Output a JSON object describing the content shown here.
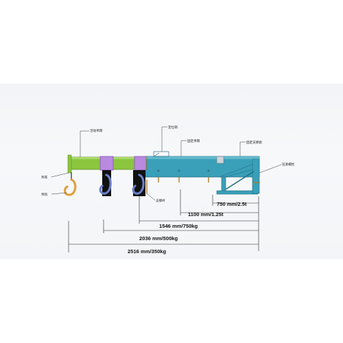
{
  "labels": {
    "movable_arm": "活动吊臂",
    "hook_ear": "吊耳",
    "hook": "吊钩",
    "locating_pin": "定位销",
    "fixed_arm": "固定吊臂",
    "fixed_bracket": "固定支撑套",
    "pressure_bolt": "压紧螺栓",
    "support_rod": "支撑杆"
  },
  "dimensions": [
    {
      "length": "750 mm",
      "load": "2.5t",
      "text": "750 mm/2.5t"
    },
    {
      "length": "1100 mm",
      "load": "1.25t",
      "text": "1100 mm/1.25t"
    },
    {
      "length": "1546 mm",
      "load": "750kg",
      "text": "1546 mm/750kg"
    },
    {
      "length": "2036 mm",
      "load": "500kg",
      "text": "2036 mm/500kg"
    },
    {
      "length": "2516 mm",
      "load": "350kg",
      "text": "2516 mm/350kg"
    }
  ],
  "colors": {
    "movable_arm": "#8cc63f",
    "fixed_arm": "#3a9fb8",
    "hook_collar": "#b98ae0",
    "hook": "#e0a040",
    "hook_blue": "#6a7fc8",
    "background_band": "#f3f5f8"
  }
}
